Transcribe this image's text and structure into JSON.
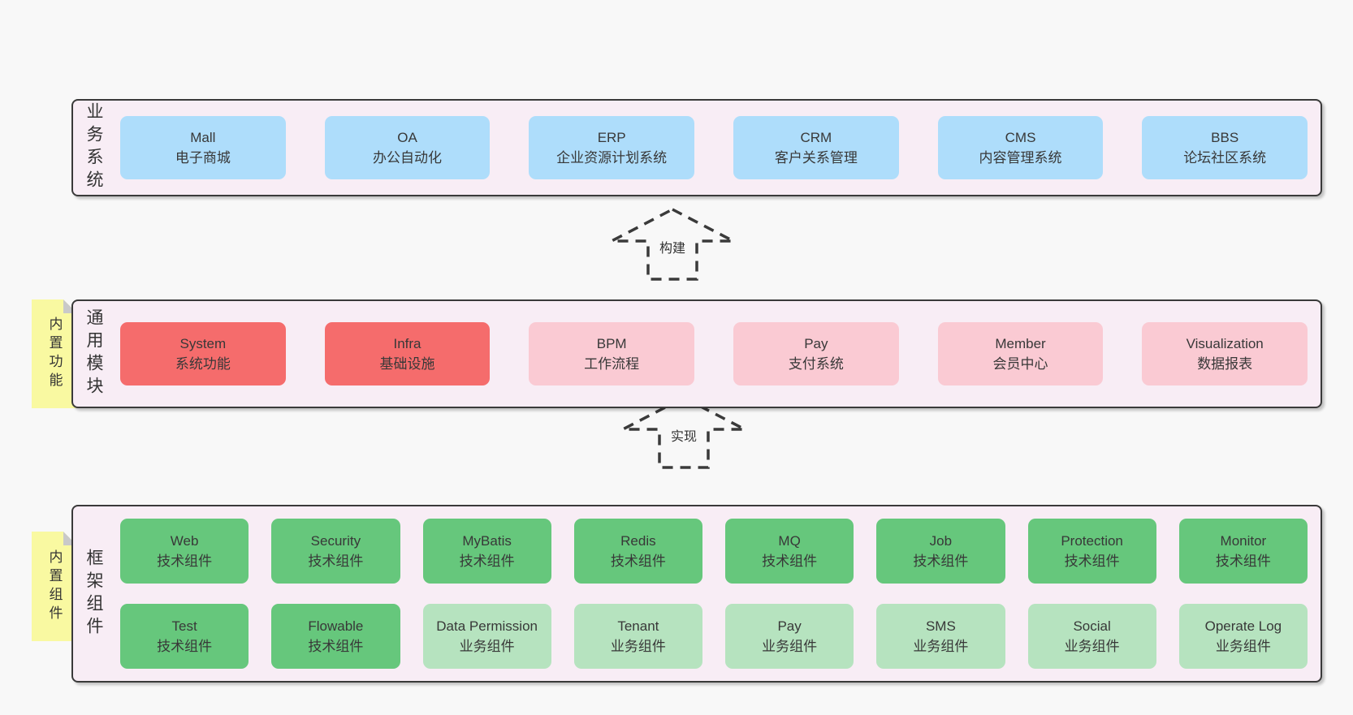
{
  "colors": {
    "page_bg": "#f8f8f8",
    "layer_bg": "#f8edf5",
    "layer_border": "#3a3a3a",
    "blue_box": "#aeddfb",
    "red_box": "#f56c6c",
    "pink_box": "#facad3",
    "green_box": "#66c77c",
    "light_green_box": "#b6e3bf",
    "sticky_yellow": "#f9f9a1",
    "sticky_fold": "#c9c9c9",
    "text": "#333333"
  },
  "arrows": [
    {
      "label": "构建"
    },
    {
      "label": "实现"
    }
  ],
  "layers": [
    {
      "label": "业务系统",
      "boxes": [
        {
          "title": "Mall",
          "subtitle": "电子商城"
        },
        {
          "title": "OA",
          "subtitle": "办公自动化"
        },
        {
          "title": "ERP",
          "subtitle": "企业资源计划系统"
        },
        {
          "title": "CRM",
          "subtitle": "客户关系管理"
        },
        {
          "title": "CMS",
          "subtitle": "内容管理系统"
        },
        {
          "title": "BBS",
          "subtitle": "论坛社区系统"
        }
      ]
    },
    {
      "label": "通用模块",
      "sticky": "内置功能",
      "boxes": [
        {
          "title": "System",
          "subtitle": "系统功能"
        },
        {
          "title": "Infra",
          "subtitle": "基础设施"
        },
        {
          "title": "BPM",
          "subtitle": "工作流程"
        },
        {
          "title": "Pay",
          "subtitle": "支付系统"
        },
        {
          "title": "Member",
          "subtitle": "会员中心"
        },
        {
          "title": "Visualization",
          "subtitle": "数据报表"
        }
      ]
    },
    {
      "label": "框架组件",
      "sticky": "内置组件",
      "rows": [
        [
          {
            "title": "Web",
            "subtitle": "技术组件"
          },
          {
            "title": "Security",
            "subtitle": "技术组件"
          },
          {
            "title": "MyBatis",
            "subtitle": "技术组件"
          },
          {
            "title": "Redis",
            "subtitle": "技术组件"
          },
          {
            "title": "MQ",
            "subtitle": "技术组件"
          },
          {
            "title": "Job",
            "subtitle": "技术组件"
          },
          {
            "title": "Protection",
            "subtitle": "技术组件"
          },
          {
            "title": "Monitor",
            "subtitle": "技术组件"
          }
        ],
        [
          {
            "title": "Test",
            "subtitle": "技术组件"
          },
          {
            "title": "Flowable",
            "subtitle": "技术组件"
          },
          {
            "title": "Data Permission",
            "subtitle": "业务组件"
          },
          {
            "title": "Tenant",
            "subtitle": "业务组件"
          },
          {
            "title": "Pay",
            "subtitle": "业务组件"
          },
          {
            "title": "SMS",
            "subtitle": "业务组件"
          },
          {
            "title": "Social",
            "subtitle": "业务组件"
          },
          {
            "title": "Operate Log",
            "subtitle": "业务组件"
          }
        ]
      ]
    }
  ]
}
